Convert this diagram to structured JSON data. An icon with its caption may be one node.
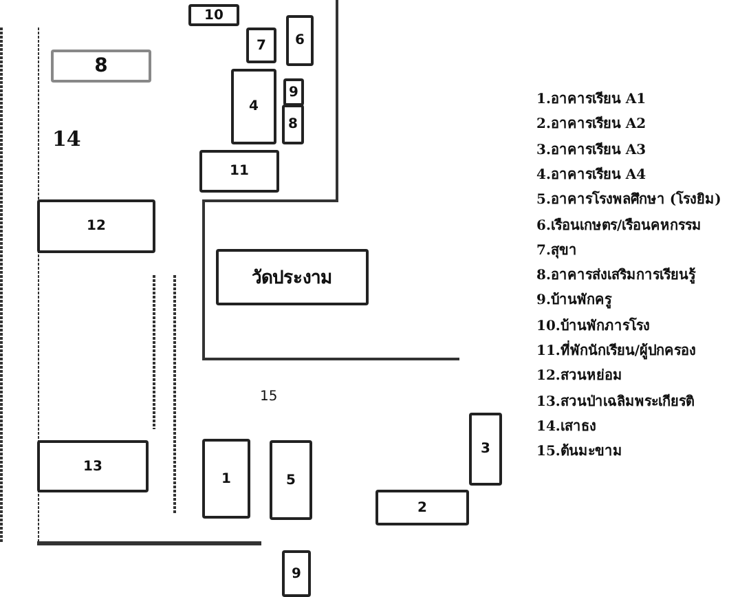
{
  "diagram": {
    "nodes": [
      {
        "text": [
          "10"
        ]
      },
      {
        "text": [
          "7"
        ]
      },
      {
        "text": [
          "6"
        ]
      },
      {
        "text": [
          "8"
        ]
      },
      {
        "text": [
          "4"
        ]
      },
      {
        "text": [
          "9"
        ]
      },
      {
        "text": [
          "8"
        ]
      },
      {
        "text": [
          "11"
        ]
      },
      {
        "text": [
          "12"
        ]
      },
      {
        "text": [
          "วัดประงาม"
        ]
      },
      {
        "text": [
          "13"
        ]
      },
      {
        "text": [
          "1"
        ]
      },
      {
        "text": [
          "5"
        ]
      },
      {
        "text": [
          "3"
        ]
      },
      {
        "text": [
          "2"
        ]
      },
      {
        "text": [
          "9"
        ]
      }
    ],
    "edges": [],
    "labels": [
      "14",
      "15",
      "1.อาคารเรียน A1",
      "2.อาคารเรียน A2",
      "3.อาคารเรียน A3",
      "4.อาคารเรียน A4",
      "5.อาคารโรงพลศึกษา (โรงยิม)",
      "6.เรือนเกษตร/เรือนคหกรรม",
      "7.สุขา",
      "8.อาคารส่งเสริมการเรียนรู้",
      "9.บ้านพักครู",
      "10.บ้านพักภารโรง",
      "11.ที่พักนักเรียน/ผู้ปกครอง",
      "12.สวนหย่อม",
      "13.สวนป่าเฉลิมพระเกียรติ",
      "14.เสาธง",
      "15.ต้นมะขาม"
    ]
  }
}
